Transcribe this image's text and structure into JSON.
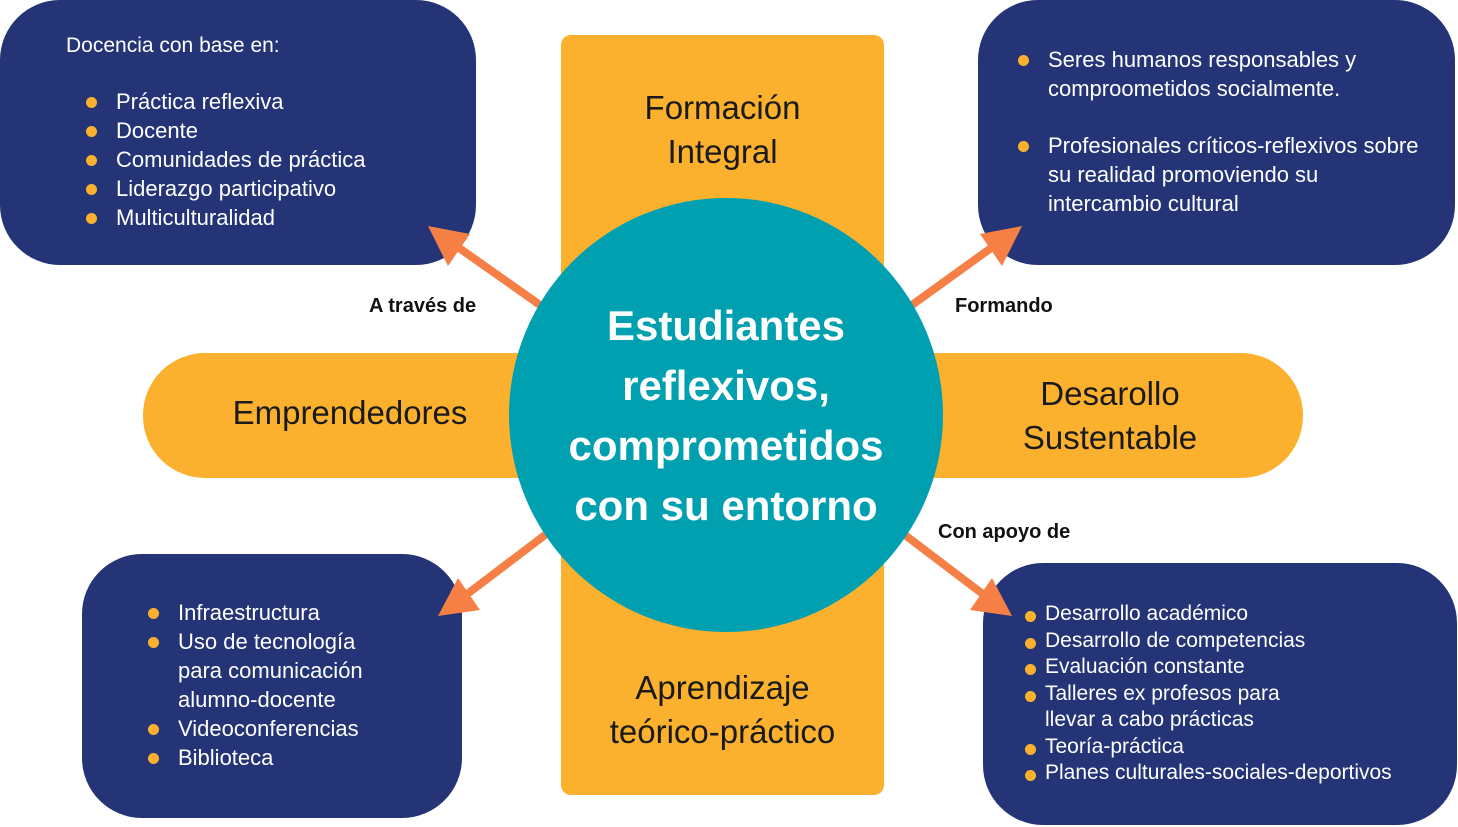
{
  "center": {
    "lines": [
      "Estudiantes",
      "reflexivos,",
      "comprometidos",
      "con su entorno"
    ]
  },
  "bars": {
    "top": [
      "Formación",
      "Integral"
    ],
    "bottom": [
      "Aprendizaje",
      "teórico-práctico"
    ],
    "left": "Emprendedores",
    "right": [
      "Desarollo",
      "Sustentable"
    ]
  },
  "connectors": {
    "top_left": "A través de",
    "top_right": "Formando",
    "bottom_right": "Con apoyo de"
  },
  "boxes": {
    "top_left": {
      "heading": "Docencia con base en:",
      "items": [
        "Práctica reflexiva",
        "Docente",
        "Comunidades de práctica",
        "Liderazgo participativo",
        "Multiculturalidad"
      ]
    },
    "top_right": {
      "items": [
        "Seres humanos responsables y comproometidos socialmente.",
        "Profesionales críticos-reflexivos sobre su realidad promoviendo su intercambio cultural"
      ]
    },
    "bottom_left": {
      "items": [
        "Infraestructura",
        "Uso de tecnología para comunicación alumno-docente",
        "Videoconferencias",
        "Biblioteca"
      ]
    },
    "bottom_right": {
      "items": [
        "Desarrollo académico",
        "Desarrollo de competencias",
        "Evaluación constante",
        "Talleres ex profesos para llevar a cabo prácticas",
        "Teoría-práctica",
        "Planes culturales-sociales-deportivos"
      ]
    }
  },
  "colors": {
    "navy": "#243476",
    "yellow": "#FBB12E",
    "teal": "#00A0B0",
    "arrow": "#F57F45"
  }
}
